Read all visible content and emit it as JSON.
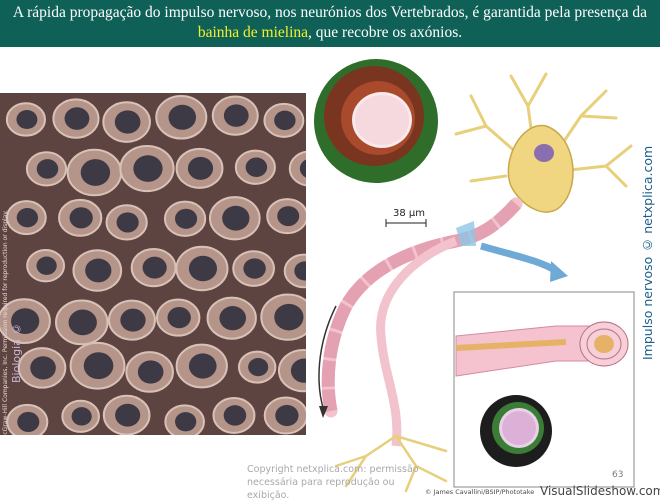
{
  "slide": {
    "title_part1": "A rápida propagação do impulso nervoso, nos neurónios dos Vertebrados, é garantida pela presença da ",
    "title_highlight": "bainha de mielina",
    "title_part2": ", que recobre os axónios.",
    "highlight_color": "#f3ef2d",
    "bar_color": "#0f6157"
  },
  "figure": {
    "scale_label": "38 μm",
    "side_caption": "Impulso nervoso © netxplica.com",
    "micro_credit": "Copyright © The McGraw-Hill Companies, Inc. Permission required for reproduction or display.",
    "micro_brand": "Biologia ©"
  },
  "footer": {
    "copyright_line1": "Copyright netxplica.com: permissão",
    "copyright_line2": "necessária para reprodução ou exibição.",
    "page_number": "63",
    "photo_credit": "© James Cavallini/BSIP/Phototake",
    "watermark": "VisualSlideshow.com"
  }
}
